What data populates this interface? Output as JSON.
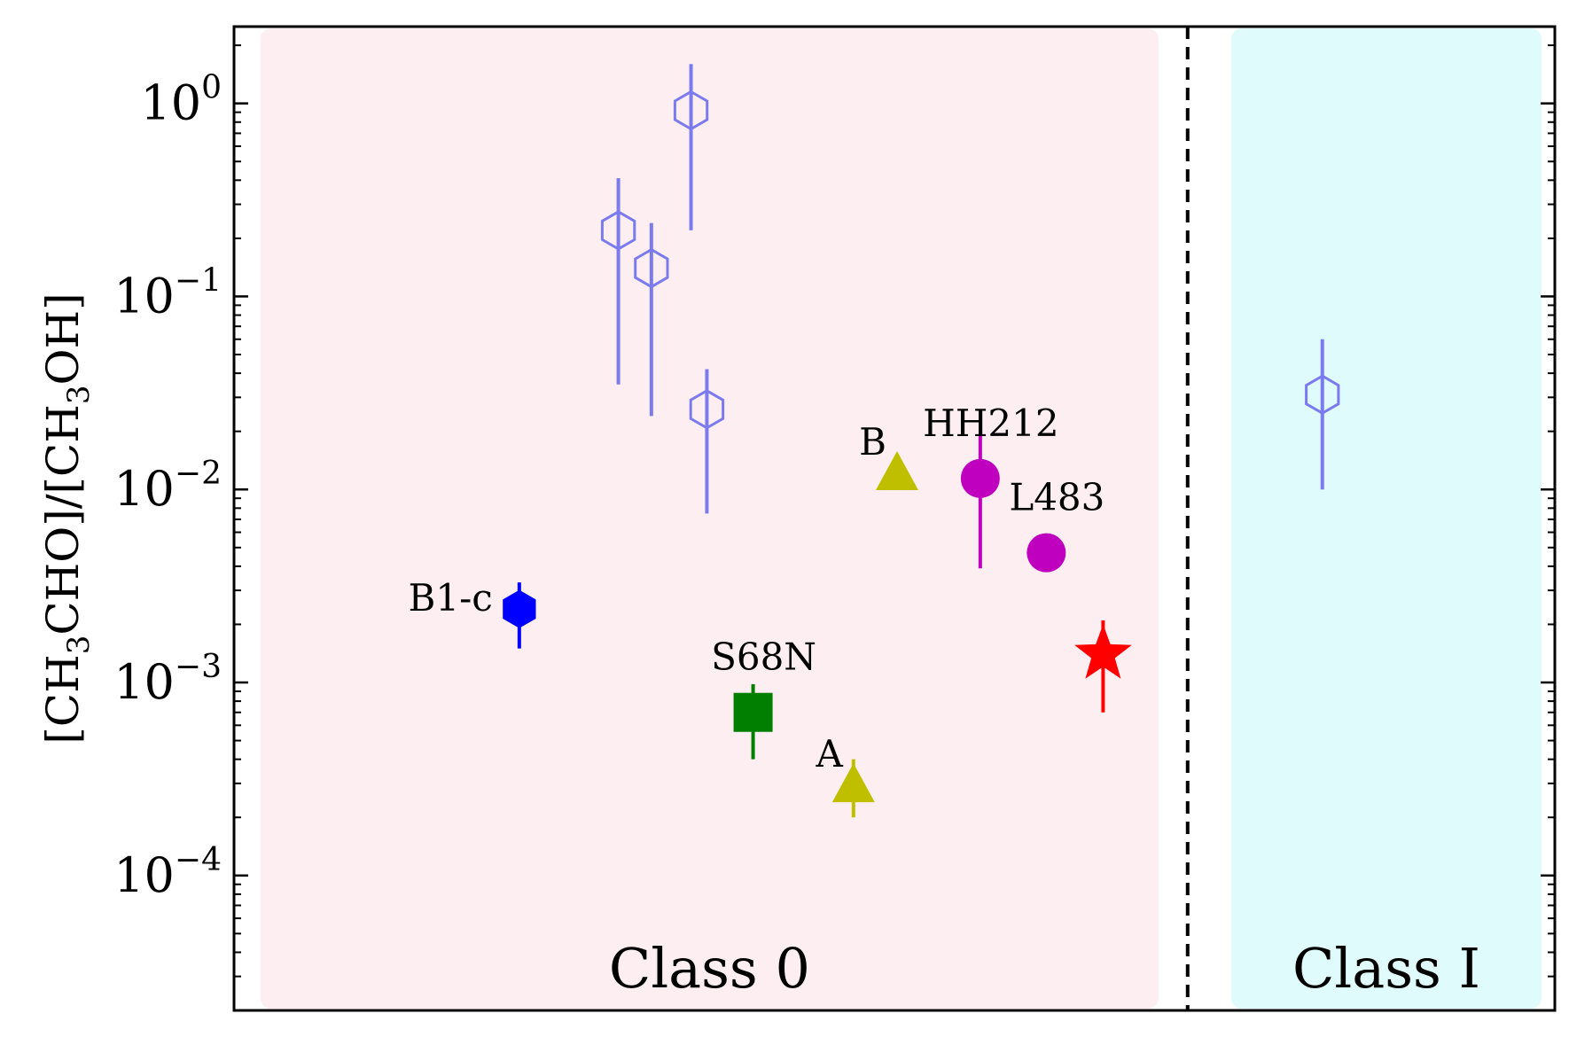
{
  "chart_data": {
    "type": "scatter",
    "title": "",
    "xlabel": "",
    "ylabel": "[CH3CHO]/[CH3OH]",
    "ylabel_parts": {
      "open1": "[CH",
      "sub1": "3",
      "mid": "CHO]/[CH",
      "sub2": "3",
      "close": "OH]"
    },
    "y_scale": "log",
    "ylim": [
      2e-05,
      2.5
    ],
    "xlim": [
      0,
      100
    ],
    "x_ticks_shown": false,
    "grid": false,
    "y_ticks": [
      {
        "value": 1,
        "base": "10",
        "exp": "0"
      },
      {
        "value": 0.1,
        "base": "10",
        "exp": "−1"
      },
      {
        "value": 0.01,
        "base": "10",
        "exp": "−2"
      },
      {
        "value": 0.001,
        "base": "10",
        "exp": "−3"
      },
      {
        "value": 0.0001,
        "base": "10",
        "exp": "−4"
      }
    ],
    "regions": [
      {
        "label": "Class 0",
        "x_range": [
          2,
          70
        ],
        "color": "#fdeff1"
      },
      {
        "label": "Class I",
        "x_range": [
          75.5,
          99
        ],
        "color": "#e0fbfb"
      }
    ],
    "divider_x": 72.2,
    "points": [
      {
        "x": 21.6,
        "y": 0.0024,
        "err": [
          0.0015,
          0.0033
        ],
        "marker": "hexagon",
        "filled": true,
        "color": "#0000ff",
        "label": "B1-c",
        "label_pos": "left"
      },
      {
        "x": 29.1,
        "y": 0.22,
        "err": [
          0.035,
          0.41
        ],
        "marker": "hexagon",
        "filled": false,
        "color": "#7b7bef"
      },
      {
        "x": 31.6,
        "y": 0.14,
        "err": [
          0.024,
          0.24
        ],
        "marker": "hexagon",
        "filled": false,
        "color": "#7b7bef"
      },
      {
        "x": 34.6,
        "y": 0.92,
        "err": [
          0.22,
          1.6
        ],
        "marker": "hexagon",
        "filled": false,
        "color": "#7b7bef"
      },
      {
        "x": 35.8,
        "y": 0.026,
        "err": [
          0.0075,
          0.042
        ],
        "marker": "hexagon",
        "filled": false,
        "color": "#7b7bef"
      },
      {
        "x": 39.3,
        "y": 0.0007,
        "err": [
          0.0004,
          0.00098
        ],
        "marker": "square",
        "filled": true,
        "color": "#007f00",
        "label": "S68N",
        "label_pos": "above"
      },
      {
        "x": 46.9,
        "y": 0.00029,
        "err": [
          0.0002,
          0.0004
        ],
        "marker": "triangle",
        "filled": true,
        "color": "#bfbf00",
        "label": "A",
        "label_pos": "upper-left"
      },
      {
        "x": 50.2,
        "y": 0.012,
        "err": null,
        "marker": "triangle",
        "filled": true,
        "color": "#bfbf00",
        "label": "B",
        "label_pos": "upper-left"
      },
      {
        "x": 56.5,
        "y": 0.0114,
        "err": [
          0.0039,
          0.019
        ],
        "marker": "circle",
        "filled": true,
        "color": "#bf00bf",
        "label": "HH212",
        "label_pos": "above"
      },
      {
        "x": 61.5,
        "y": 0.0047,
        "err": null,
        "marker": "circle",
        "filled": true,
        "color": "#bf00bf",
        "label": "L483",
        "label_pos": "above"
      },
      {
        "x": 65.8,
        "y": 0.0014,
        "err": [
          0.0007,
          0.0021
        ],
        "marker": "star",
        "filled": true,
        "color": "#ff0000"
      },
      {
        "x": 82.4,
        "y": 0.031,
        "err": [
          0.01,
          0.06
        ],
        "marker": "hexagon",
        "filled": false,
        "color": "#7b7bef"
      }
    ]
  }
}
